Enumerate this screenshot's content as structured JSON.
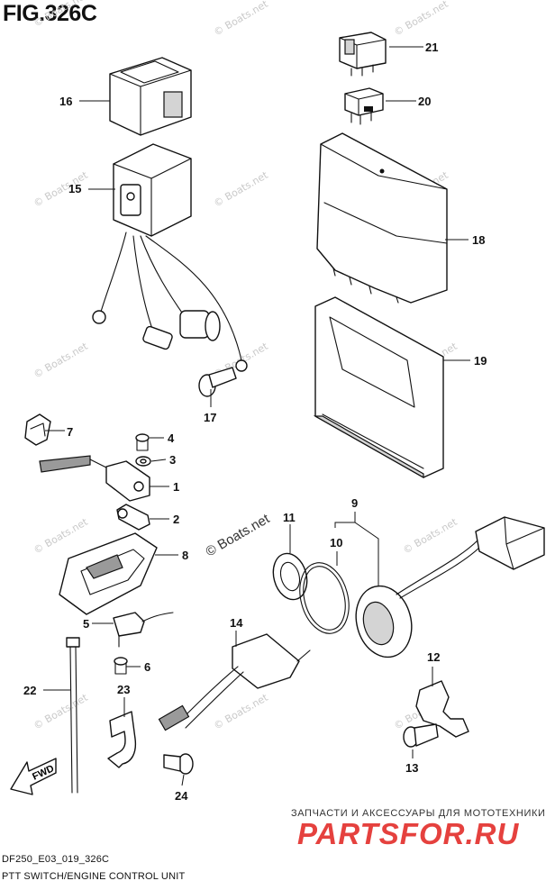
{
  "figure": {
    "title": "FIG.326C",
    "code": "DF250_E03_019_326C",
    "caption": "PTT SWITCH/ENGINE CONTROL UNIT"
  },
  "watermark": {
    "small": "© Boats.net",
    "large": "© Boats.net"
  },
  "brand": {
    "tagline": "ЗАПЧАСТИ И АКСЕССУАРЫ ДЛЯ МОТОТЕХНИКИ",
    "name": "PARTSFOR.RU"
  },
  "direction_label": "FWD",
  "callouts": [
    "1",
    "2",
    "3",
    "4",
    "5",
    "6",
    "7",
    "8",
    "9",
    "10",
    "11",
    "12",
    "13",
    "14",
    "15",
    "16",
    "17",
    "18",
    "19",
    "20",
    "21",
    "22",
    "23",
    "24"
  ],
  "colors": {
    "line": "#111111",
    "watermark": "#c9c9c9",
    "brand_red": "#e5413e"
  }
}
